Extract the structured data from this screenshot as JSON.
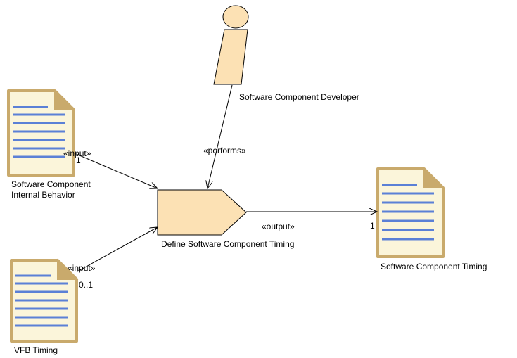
{
  "diagram": {
    "role": {
      "name": "Software Component Developer"
    },
    "task": {
      "name": "Define Software Component Timing"
    },
    "inputs": [
      {
        "name_line1": "Software Component",
        "name_line2": "Internal Behavior",
        "stereotype": "«input»",
        "multiplicity": "1"
      },
      {
        "name": "VFB Timing",
        "stereotype": "«input»",
        "multiplicity": "0..1"
      }
    ],
    "output": {
      "name": "Software Component Timing",
      "stereotype": "«output»",
      "multiplicity": "1"
    },
    "performs": {
      "stereotype": "«performs»"
    }
  },
  "colors": {
    "fill": "#FCE1B4",
    "doc_fill": "#FBF5DA",
    "doc_border": "#C9AA6C",
    "doc_lines": "#5B80D6",
    "stroke": "#000000"
  },
  "icons": [
    "role-icon",
    "task-icon",
    "work-product-document-icon"
  ]
}
